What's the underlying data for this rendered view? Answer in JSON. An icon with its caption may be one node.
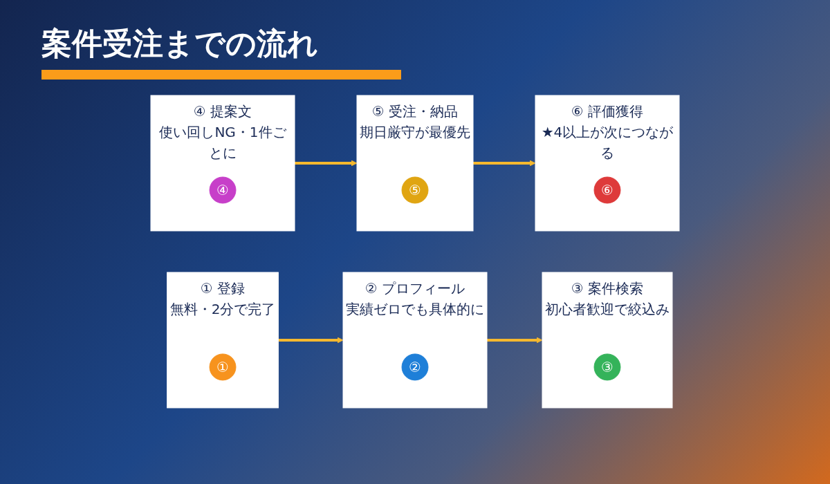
{
  "diagram": {
    "title": "案件受注までの流れ",
    "nodes": [
      {
        "text": [
          "① 登録",
          "無料・2分で完了"
        ]
      },
      {
        "text": [
          "①"
        ],
        "in": 0
      },
      {
        "text": [
          "② プロフィール",
          "実績ゼロでも具体的に"
        ]
      },
      {
        "text": [
          "②"
        ],
        "in": 2
      },
      {
        "text": [
          "③ 案件検索",
          "初心者歓迎で絞込み"
        ]
      },
      {
        "text": [
          "③"
        ],
        "in": 4
      },
      {
        "text": [
          "④ 提案文",
          "使い回しNG・1件ごとに"
        ]
      },
      {
        "text": [
          "④"
        ],
        "in": 6
      },
      {
        "text": [
          "⑤ 受注・納品",
          "期日厳守が最優先"
        ]
      },
      {
        "text": [
          "⑤"
        ],
        "in": 8
      },
      {
        "text": [
          "⑥ 評価獲得",
          "★4以上が次につながる"
        ]
      },
      {
        "text": [
          "⑥"
        ],
        "in": 10
      }
    ],
    "edges": [
      {
        "from": 0,
        "to": 2,
        "arrow": "to"
      },
      {
        "from": 2,
        "to": 4,
        "arrow": "to"
      },
      {
        "from": 6,
        "to": 8,
        "arrow": "to"
      },
      {
        "from": 8,
        "to": 10,
        "arrow": "to"
      }
    ]
  }
}
